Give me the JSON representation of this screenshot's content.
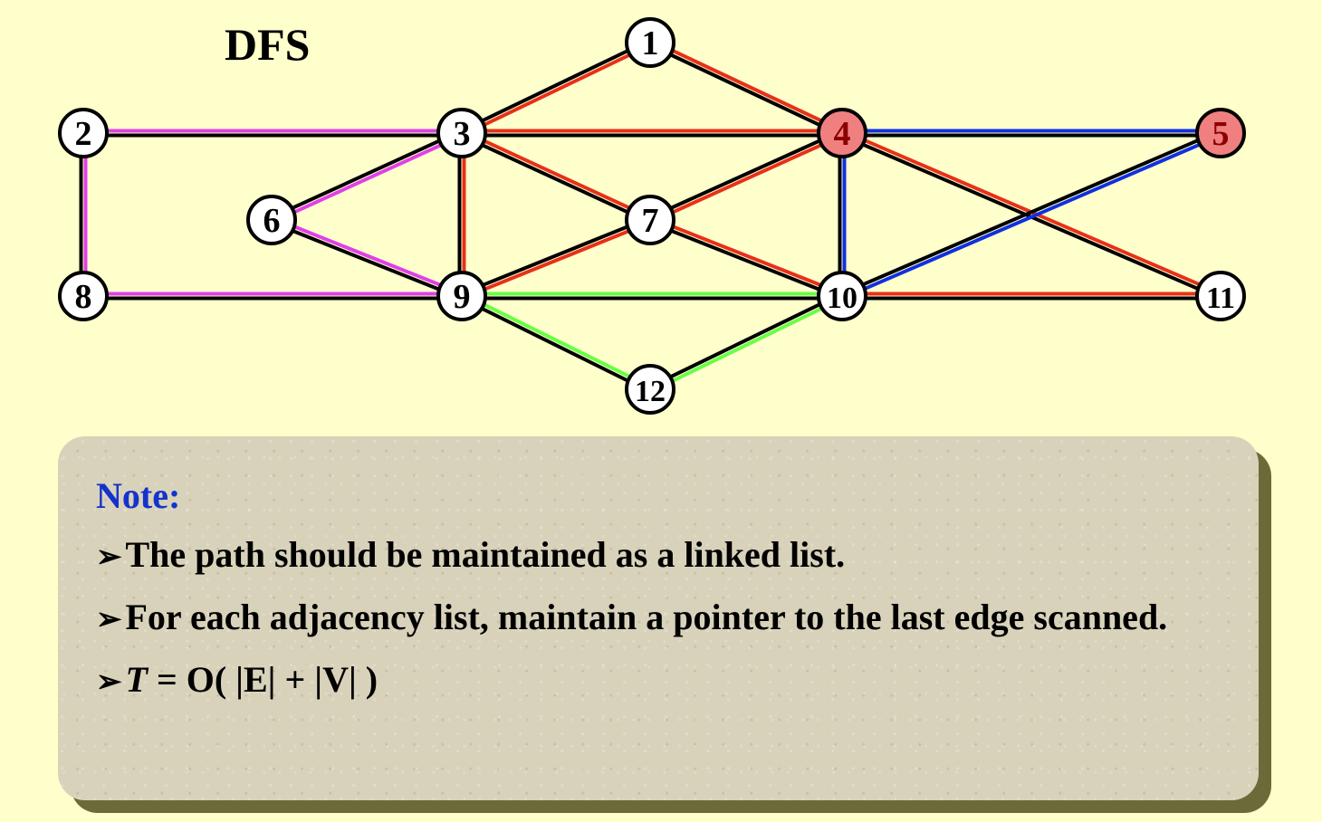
{
  "title": "DFS",
  "colors": {
    "background": "#ffffcc",
    "node_fill": "#ffffff",
    "node_highlight_fill": "#f08080",
    "node_highlight_text": "#8b0000",
    "edge_base": "#000000",
    "edge_red": "#e8301a",
    "edge_magenta": "#e040e8",
    "edge_blue": "#1030e0",
    "edge_green": "#66ff44",
    "note_title": "#1533cc"
  },
  "graph": {
    "nodes": [
      {
        "id": "1",
        "label": "1",
        "highlight": false
      },
      {
        "id": "2",
        "label": "2",
        "highlight": false
      },
      {
        "id": "3",
        "label": "3",
        "highlight": false
      },
      {
        "id": "4",
        "label": "4",
        "highlight": true
      },
      {
        "id": "5",
        "label": "5",
        "highlight": true
      },
      {
        "id": "6",
        "label": "6",
        "highlight": false
      },
      {
        "id": "7",
        "label": "7",
        "highlight": false
      },
      {
        "id": "8",
        "label": "8",
        "highlight": false
      },
      {
        "id": "9",
        "label": "9",
        "highlight": false
      },
      {
        "id": "10",
        "label": "10",
        "highlight": false
      },
      {
        "id": "11",
        "label": "11",
        "highlight": false
      },
      {
        "id": "12",
        "label": "12",
        "highlight": false
      }
    ],
    "edges": [
      {
        "from": "1",
        "to": "3",
        "color": "red"
      },
      {
        "from": "1",
        "to": "4",
        "color": "red"
      },
      {
        "from": "2",
        "to": "3",
        "color": "magenta"
      },
      {
        "from": "2",
        "to": "8",
        "color": "magenta"
      },
      {
        "from": "3",
        "to": "4",
        "color": "red"
      },
      {
        "from": "3",
        "to": "6",
        "color": "magenta"
      },
      {
        "from": "3",
        "to": "7",
        "color": "red"
      },
      {
        "from": "3",
        "to": "9",
        "color": "red"
      },
      {
        "from": "4",
        "to": "5",
        "color": "blue"
      },
      {
        "from": "4",
        "to": "7",
        "color": "red"
      },
      {
        "from": "4",
        "to": "10",
        "color": "blue"
      },
      {
        "from": "4",
        "to": "11",
        "color": "red"
      },
      {
        "from": "5",
        "to": "10",
        "color": "blue"
      },
      {
        "from": "6",
        "to": "9",
        "color": "magenta"
      },
      {
        "from": "7",
        "to": "9",
        "color": "red"
      },
      {
        "from": "7",
        "to": "10",
        "color": "red"
      },
      {
        "from": "8",
        "to": "9",
        "color": "magenta"
      },
      {
        "from": "9",
        "to": "10",
        "color": "green"
      },
      {
        "from": "9",
        "to": "12",
        "color": "green"
      },
      {
        "from": "10",
        "to": "11",
        "color": "red"
      },
      {
        "from": "10",
        "to": "12",
        "color": "green"
      }
    ]
  },
  "note": {
    "title": "Note:",
    "items": [
      {
        "bullet": "➢",
        "text": "The path should be maintained as a linked list."
      },
      {
        "bullet": "➢",
        "text": "For each adjacency list, maintain a pointer to the last edge scanned."
      },
      {
        "bullet": "➢",
        "t_symbol": "T",
        "text": " = O( |E| + |V| )"
      }
    ]
  }
}
